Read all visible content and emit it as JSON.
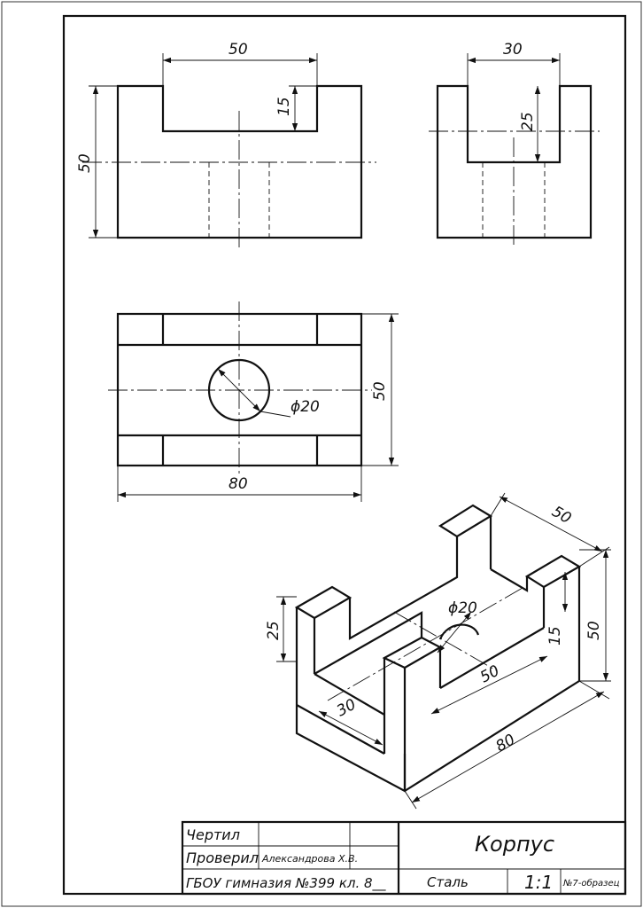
{
  "dimensions": {
    "front_width": "50",
    "front_depth": "15",
    "front_height": "50",
    "side_width": "30",
    "side_depth": "25",
    "top_height": "50",
    "top_length": "80",
    "hole_diameter": "ϕ20",
    "iso_width": "50",
    "iso_height": "50",
    "iso_slot_depth": "15",
    "iso_slot_len": "50",
    "iso_hole": "ϕ20",
    "iso_left_height": "25",
    "iso_slot_width": "30",
    "iso_length": "80"
  },
  "title_block": {
    "drawn_label": "Чертил",
    "checked_label": "Проверил",
    "checker_name": "Александрова Х.В.",
    "school": "ГБОУ гимназия №399 кл. 8__",
    "part_name": "Корпус",
    "material": "Сталь",
    "scale": "1:1",
    "sample": "№7-образец"
  }
}
